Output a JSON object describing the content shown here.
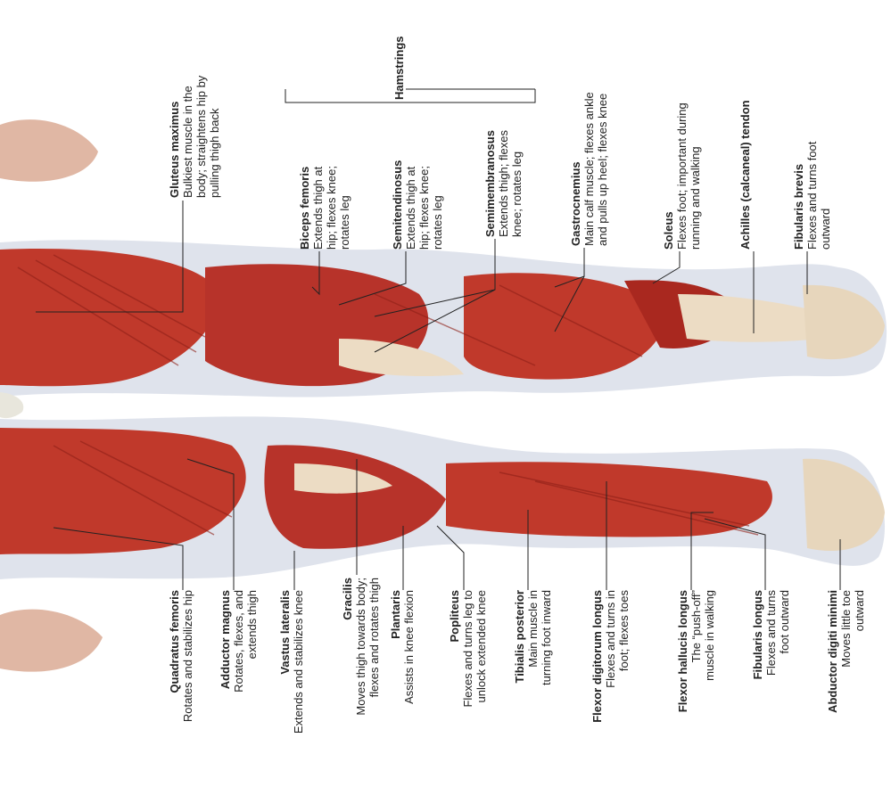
{
  "group_label": "Hamstrings",
  "labels": {
    "gluteus_maximus": {
      "title": "Gluteus maximus",
      "desc": [
        "Bulkiest muscle in the",
        "body; straightens hip by",
        "pulling thigh back"
      ]
    },
    "biceps_femoris": {
      "title": "Biceps femoris",
      "desc": [
        "Extends thigh at",
        "hip; flexes knee;",
        "rotates leg"
      ]
    },
    "semitendinosus": {
      "title": "Semitendinosus",
      "desc": [
        "Extends thigh at",
        "hip; flexes knee;",
        "rotates leg"
      ]
    },
    "semimembranosus": {
      "title": "Semimembranosus",
      "desc": [
        "Extends thigh; flexes",
        "knee; rotates leg"
      ]
    },
    "gastrocnemius": {
      "title": "Gastrocnemius",
      "desc": [
        "Main calf muscle; flexes ankle",
        "and pulls up heel; flexes knee"
      ]
    },
    "soleus": {
      "title": "Soleus",
      "desc": [
        "Flexes foot; important during",
        "running and walking"
      ]
    },
    "achilles": {
      "title": "Achilles (calcaneal) tendon",
      "desc": []
    },
    "fibularis_brevis": {
      "title": "Fibularis brevis",
      "desc": [
        "Flexes and turns foot",
        "outward"
      ]
    },
    "quadratus_femoris": {
      "title": "Quadratus femoris",
      "desc": [
        "Rotates and stabilizes hip"
      ]
    },
    "adductor_magnus": {
      "title": "Adductor magnus",
      "desc": [
        "Rotates, flexes, and",
        "extends thigh"
      ]
    },
    "vastus_lateralis": {
      "title": "Vastus lateralis",
      "desc": [
        "Extends and stabilizes knee"
      ]
    },
    "gracilis": {
      "title": "Gracilis",
      "desc": [
        "Moves thigh towards body;",
        "flexes and rotates thigh"
      ]
    },
    "plantaris": {
      "title": "Plantaris",
      "desc": [
        "Assists in knee flexion"
      ]
    },
    "popliteus": {
      "title": "Popliteus",
      "desc": [
        "Flexes and turns leg to",
        "unlock extended knee"
      ]
    },
    "tibialis_posterior": {
      "title": "Tibialis posterior",
      "desc": [
        "Main muscle in",
        "turning foot inward"
      ]
    },
    "flexor_digitorum_longus": {
      "title": "Flexor digitorum longus",
      "desc": [
        "Flexes and turns in",
        "foot; flexes toes"
      ]
    },
    "flexor_hallucis_longus": {
      "title": "Flexor hallucis longus",
      "desc": [
        "The “push-off”",
        "muscle in walking"
      ]
    },
    "fibularis_longus": {
      "title": "Fibularis longus",
      "desc": [
        "Flexes and turns",
        "foot outward"
      ]
    },
    "abductor_digiti_minimi": {
      "title": "Abductor digiti minimi",
      "desc": [
        "Moves little toe",
        "outward"
      ]
    }
  },
  "colors": {
    "muscle": "#c0392b",
    "muscle_dark": "#8e1f17",
    "tendon": "#ecdcc4",
    "skin": "#dfe3ec",
    "leader": "#222222"
  }
}
